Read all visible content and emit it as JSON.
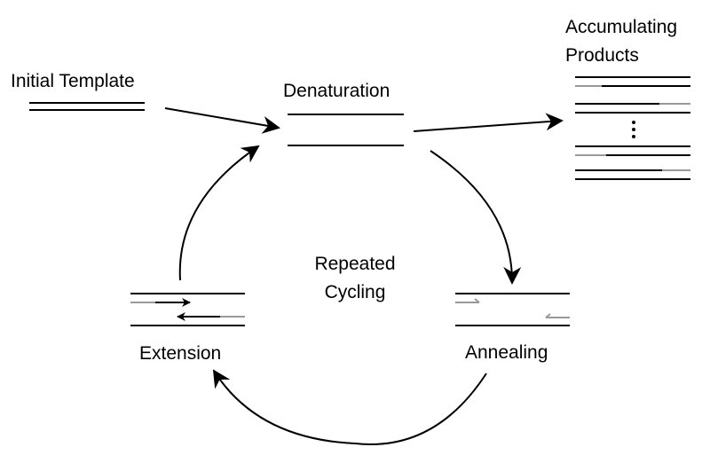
{
  "labels": {
    "initial_template": "Initial Template",
    "denaturation": "Denaturation",
    "accumulating_line1": "Accumulating",
    "accumulating_line2": "Products",
    "repeated_line1": "Repeated",
    "repeated_line2": "Cycling",
    "extension": "Extension",
    "annealing": "Annealing"
  },
  "colors": {
    "strand": "#000000",
    "primer": "#999999",
    "background": "#ffffff"
  }
}
